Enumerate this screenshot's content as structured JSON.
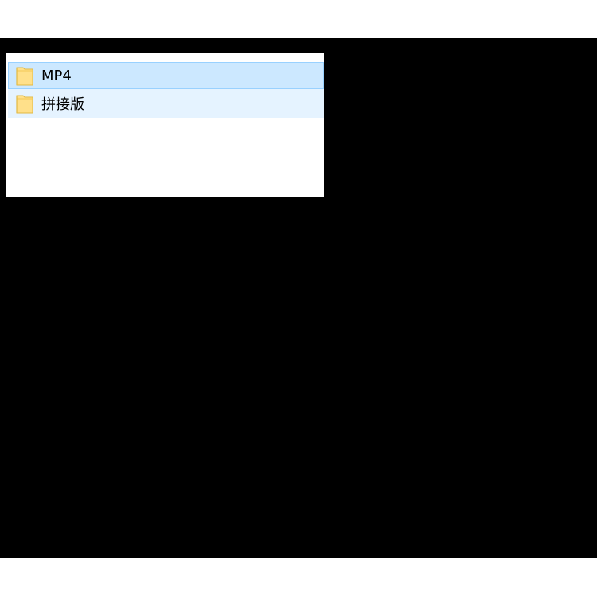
{
  "file_list": {
    "items": [
      {
        "name": "MP4",
        "icon": "folder-icon",
        "state": "selected"
      },
      {
        "name": "拼接版",
        "icon": "folder-icon",
        "state": "hover"
      }
    ]
  },
  "colors": {
    "selected_background": "#cce8ff",
    "selected_border": "#99d1ff",
    "hover_background": "#e5f3ff",
    "folder_fill": "#ffe08a",
    "folder_edge": "#e2b941",
    "screen_background": "#000000"
  }
}
